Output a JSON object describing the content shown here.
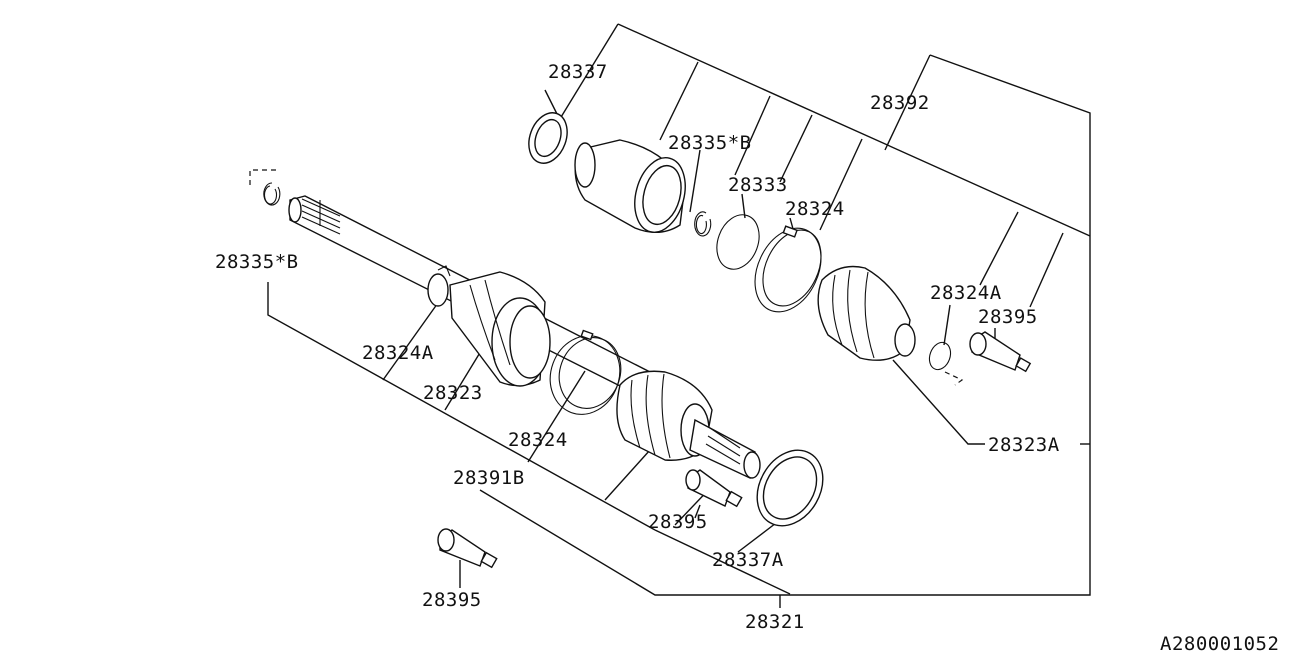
{
  "diagram_code": "A280001052",
  "labels": {
    "p28337": "28337",
    "p28335b_top": "28335*B",
    "p28392": "28392",
    "p28333": "28333",
    "p28324_top": "28324",
    "p28324a_right": "28324A",
    "p28395_right": "28395",
    "p28323a": "28323A",
    "p28335b_left": "28335*B",
    "p28324a_left": "28324A",
    "p28323": "28323",
    "p28324_mid": "28324",
    "p28391b": "28391B",
    "p28395_mid": "28395",
    "p28337a": "28337A",
    "p28395_bottom": "28395",
    "p28321": "28321"
  }
}
